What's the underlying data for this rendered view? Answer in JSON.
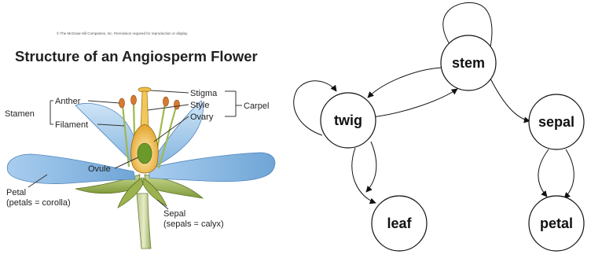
{
  "figure": {
    "copyright": "© The McGraw-Hill Companies, Inc. Permission required for reproduction or display.",
    "title": "Structure of an Angiosperm Flower",
    "labels": {
      "stamen": "Stamen",
      "anther": "Anther",
      "filament": "Filament",
      "stigma": "Stigma",
      "style": "Style",
      "ovary": "Ovary",
      "carpel": "Carpel",
      "ovule": "Ovule",
      "petal": "Petal",
      "petal_note": "(petals = corolla)",
      "sepal": "Sepal",
      "sepal_note": "(sepals = calyx)"
    }
  },
  "graph": {
    "nodes": [
      {
        "id": "stem",
        "label": "stem"
      },
      {
        "id": "twig",
        "label": "twig"
      },
      {
        "id": "sepal",
        "label": "sepal"
      },
      {
        "id": "leaf",
        "label": "leaf"
      },
      {
        "id": "petal",
        "label": "petal"
      }
    ],
    "edges": [
      {
        "from": "stem",
        "to": "stem"
      },
      {
        "from": "stem",
        "to": "twig"
      },
      {
        "from": "twig",
        "to": "stem"
      },
      {
        "from": "stem",
        "to": "sepal"
      },
      {
        "from": "twig",
        "to": "twig"
      },
      {
        "from": "twig",
        "to": "leaf"
      },
      {
        "from": "sepal",
        "to": "petal"
      }
    ]
  }
}
